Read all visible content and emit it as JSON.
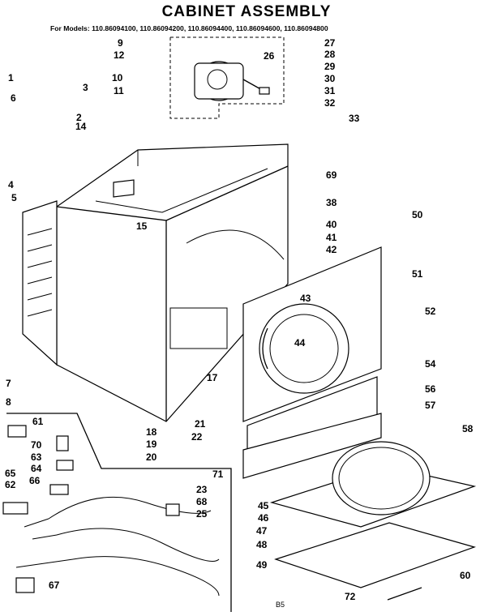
{
  "title": "CABINET ASSEMBLY",
  "models_line": "For Models: 110.86094100, 110.86094200, 110.86094400, 110.86094600, 110.86094800",
  "footer": "B5",
  "callouts": [
    "1",
    "2",
    "3",
    "4",
    "5",
    "6",
    "7",
    "8",
    "9",
    "10",
    "11",
    "12",
    "14",
    "15",
    "17",
    "18",
    "19",
    "20",
    "21",
    "22",
    "23",
    "25",
    "26",
    "27",
    "28",
    "29",
    "30",
    "31",
    "32",
    "33",
    "38",
    "40",
    "41",
    "42",
    "43",
    "44",
    "45",
    "46",
    "47",
    "48",
    "49",
    "50",
    "51",
    "52",
    "54",
    "56",
    "57",
    "58",
    "60",
    "61",
    "62",
    "63",
    "64",
    "65",
    "66",
    "67",
    "68",
    "69",
    "70",
    "71",
    "72"
  ]
}
